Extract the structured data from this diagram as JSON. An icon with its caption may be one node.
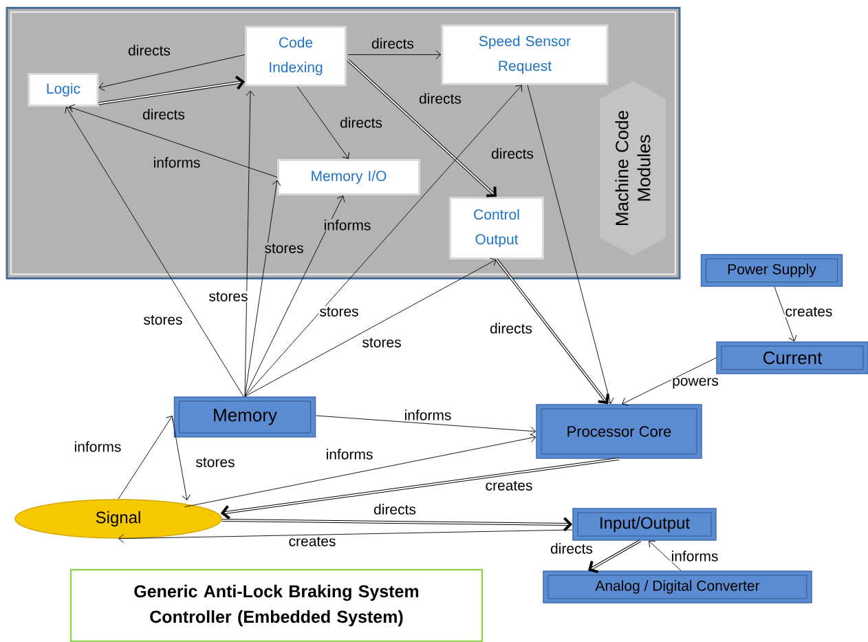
{
  "diagram": {
    "nodes": [
      {
        "text": [],
        "shape": "box"
      },
      {
        "text": [
          "Logic"
        ],
        "in": 0
      },
      {
        "text": [
          "Code Indexing"
        ],
        "in": 0
      },
      {
        "text": [
          "Speed Sensor Request"
        ],
        "in": 0
      },
      {
        "text": [
          "Memory I/O"
        ],
        "in": 0
      },
      {
        "text": [
          "Control Output"
        ],
        "in": 0
      },
      {
        "text": [
          "Machine Code Modules"
        ],
        "in": 0
      },
      {
        "text": [
          "Power Supply"
        ]
      },
      {
        "text": [
          "Current"
        ]
      },
      {
        "text": [
          "Memory"
        ]
      },
      {
        "text": [
          "Processor Core"
        ]
      },
      {
        "text": [
          "Signal"
        ]
      },
      {
        "text": [
          "Input/Output"
        ]
      },
      {
        "text": [
          "Analog / Digital Converter"
        ]
      },
      {
        "text": [
          "Generic Anti-Lock Braking System Controller (Embedded System)"
        ]
      }
    ],
    "edges": [
      {
        "from": 2,
        "to": 1,
        "arrow": "to",
        "label": "directs"
      },
      {
        "from": 1,
        "to": 2,
        "arrow": "to",
        "label": "directs",
        "style": "thick"
      },
      {
        "from": 2,
        "to": 3,
        "arrow": "to",
        "label": "directs"
      },
      {
        "from": 2,
        "to": 4,
        "arrow": "to",
        "label": "directs"
      },
      {
        "from": 2,
        "to": 5,
        "arrow": "to",
        "label": "directs",
        "style": "thick"
      },
      {
        "from": 4,
        "to": 1,
        "arrow": "to",
        "label": "informs"
      },
      {
        "from": 9,
        "to": 1,
        "arrow": "to",
        "label": "stores"
      },
      {
        "from": 9,
        "to": 2,
        "arrow": "to",
        "label": "stores"
      },
      {
        "from": 9,
        "to": 4,
        "arrow": "to",
        "label": "stores"
      },
      {
        "from": 9,
        "to": 4,
        "arrow": "to",
        "label": "informs"
      },
      {
        "from": 9,
        "to": 3,
        "arrow": "to",
        "label": "stores"
      },
      {
        "from": 9,
        "to": 5,
        "arrow": "to",
        "label": "stores"
      },
      {
        "from": 3,
        "to": 10,
        "arrow": "to",
        "label": "directs"
      },
      {
        "from": 5,
        "to": 10,
        "arrow": "to",
        "label": "directs",
        "style": "thick"
      },
      {
        "from": 7,
        "to": 8,
        "arrow": "to",
        "label": "creates"
      },
      {
        "from": 8,
        "to": 10,
        "arrow": "to",
        "label": "powers"
      },
      {
        "from": 9,
        "to": 10,
        "arrow": "to",
        "label": "informs"
      },
      {
        "from": 11,
        "to": 10,
        "arrow": "to",
        "label": "informs"
      },
      {
        "from": 11,
        "to": 9,
        "arrow": "to",
        "label": "informs"
      },
      {
        "from": 9,
        "to": 11,
        "arrow": "to",
        "label": "stores"
      },
      {
        "from": 10,
        "to": 11,
        "arrow": "to",
        "label": "creates",
        "style": "thick"
      },
      {
        "from": 11,
        "to": 12,
        "arrow": "to",
        "label": "directs",
        "style": "thick"
      },
      {
        "from": 12,
        "to": 11,
        "arrow": "to",
        "label": "creates"
      },
      {
        "from": 12,
        "to": 13,
        "arrow": "to",
        "label": "directs",
        "style": "thick"
      },
      {
        "from": 13,
        "to": 12,
        "arrow": "to",
        "label": "informs"
      }
    ]
  }
}
